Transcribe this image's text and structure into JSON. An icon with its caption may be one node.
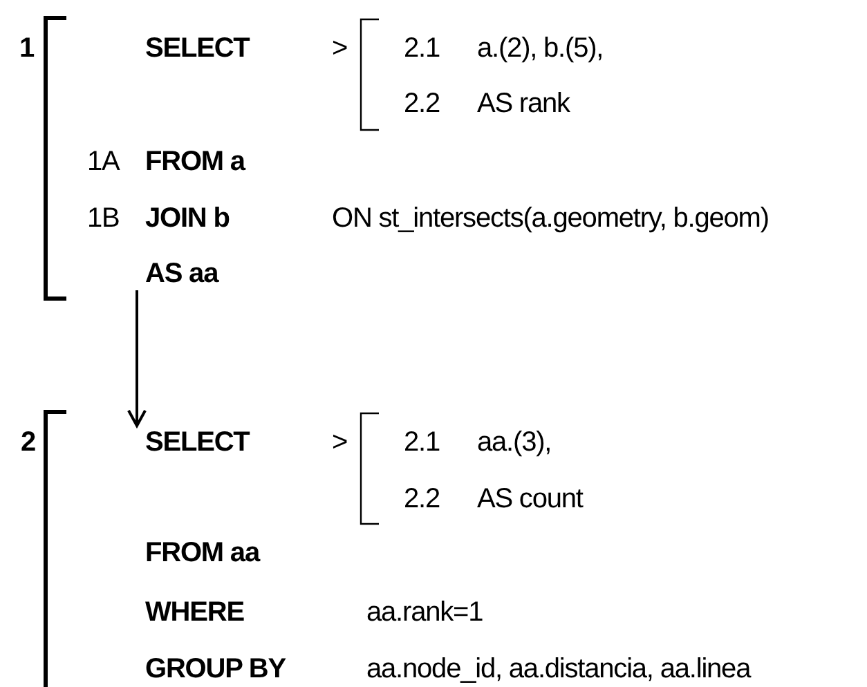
{
  "diagram": {
    "nodes": [
      {
        "text": [
          "AS aa"
        ]
      },
      {
        "text": [
          "SELECT"
        ]
      }
    ],
    "edges": [
      {
        "from": 0,
        "to": 1,
        "arrow": "to"
      }
    ],
    "labels": [
      "1",
      "SELECT",
      ">",
      "2.1",
      "a.(2), b.(5),",
      "2.2",
      "AS rank",
      "1A",
      "FROM a",
      "1B",
      "JOIN b",
      "ON st_intersects(a.geometry, b.geom)",
      "2",
      ">",
      "2.1",
      "aa.(3),",
      "2.2",
      "AS count",
      "FROM aa",
      "WHERE",
      "aa.rank=1",
      "GROUP BY",
      "aa.node_id, aa.distancia, aa.linea"
    ]
  }
}
